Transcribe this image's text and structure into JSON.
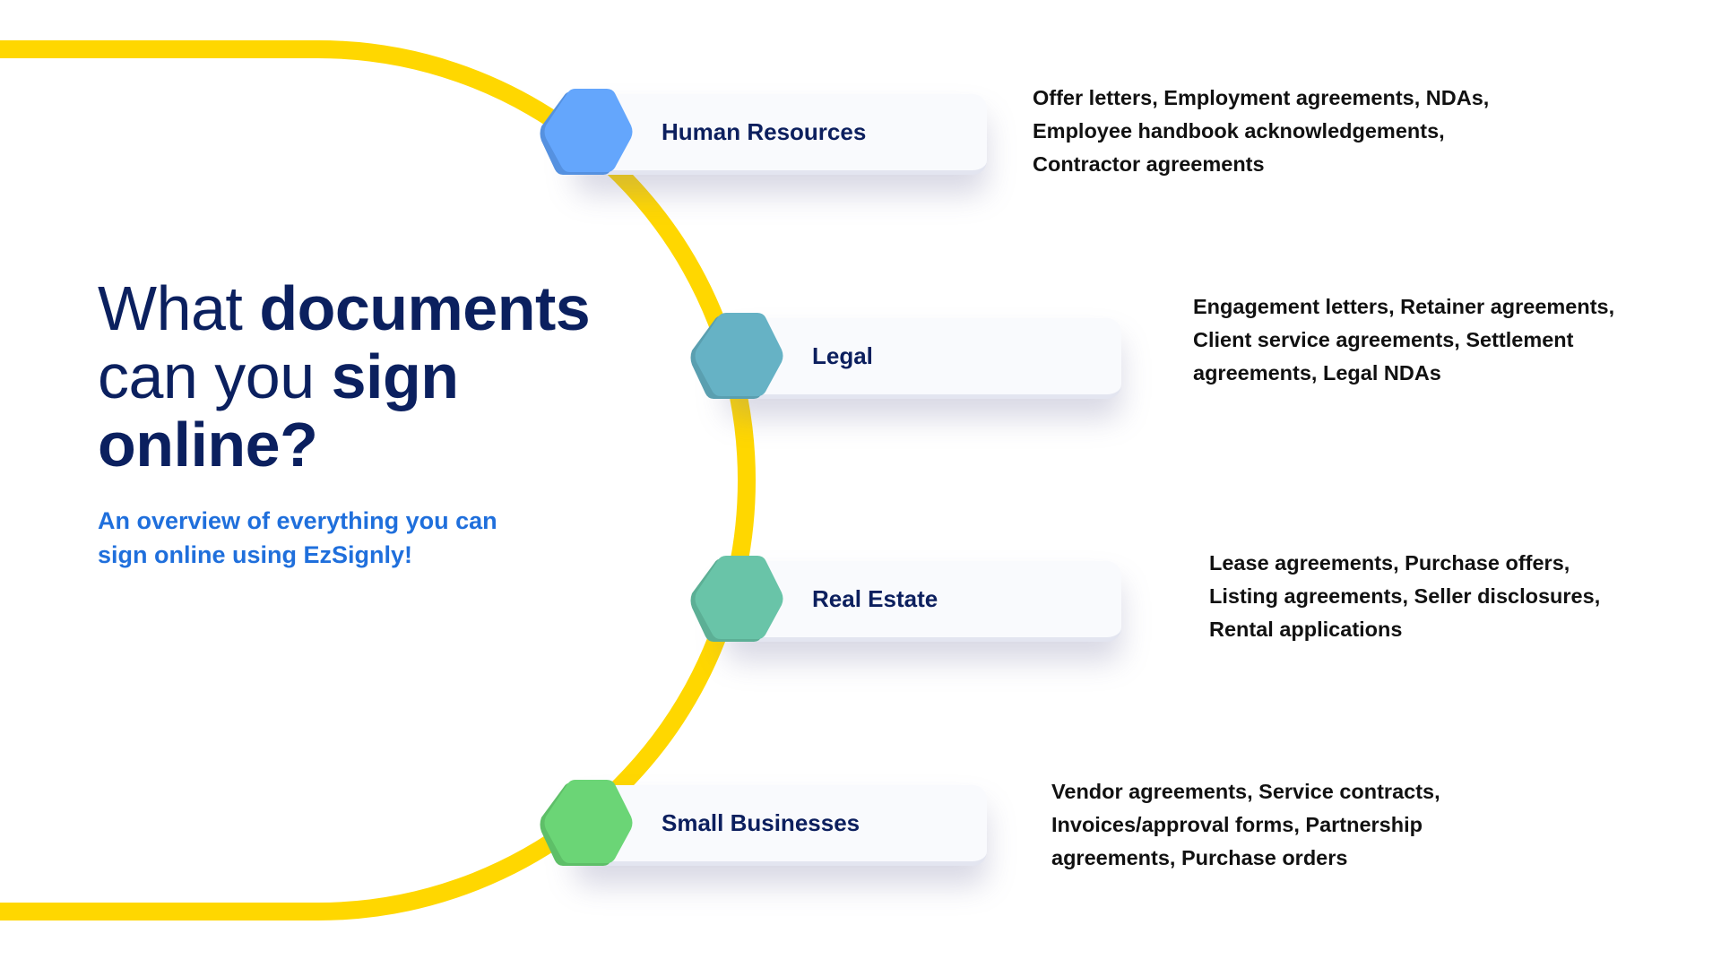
{
  "headline": {
    "line1_light": "What ",
    "line1_bold": "documents",
    "line2_light": "can you ",
    "line2_bold": "sign",
    "line3_bold": "online?"
  },
  "subtitle": {
    "line1": "An overview of everything you can",
    "line2": "sign online using EzSignly!"
  },
  "colors": {
    "arc": "#FFD700",
    "headline": "#0B205F",
    "subtitle": "#1F6FDC"
  },
  "categories": [
    {
      "label": "Human Resources",
      "hex_color": "#64A6FC",
      "hex_shade": "#5591E0",
      "description": [
        "Offer letters, Employment agreements, NDAs,",
        "Employee handbook acknowledgements,",
        "Contractor agreements"
      ]
    },
    {
      "label": "Legal",
      "hex_color": "#66B2C5",
      "hex_shade": "#5A9FB0",
      "description": [
        "Engagement letters, Retainer agreements,",
        "Client service agreements, Settlement",
        "agreements, Legal NDAs"
      ]
    },
    {
      "label": "Real Estate",
      "hex_color": "#69C4A8",
      "hex_shade": "#5CAF95",
      "description": [
        "Lease agreements, Purchase offers,",
        "Listing agreements, Seller disclosures,",
        "Rental applications"
      ]
    },
    {
      "label": "Small Businesses",
      "hex_color": "#6BD576",
      "hex_shade": "#5EBF68",
      "description": [
        "Vendor agreements, Service contracts,",
        "Invoices/approval forms, Partnership",
        "agreements, Purchase orders"
      ]
    }
  ]
}
